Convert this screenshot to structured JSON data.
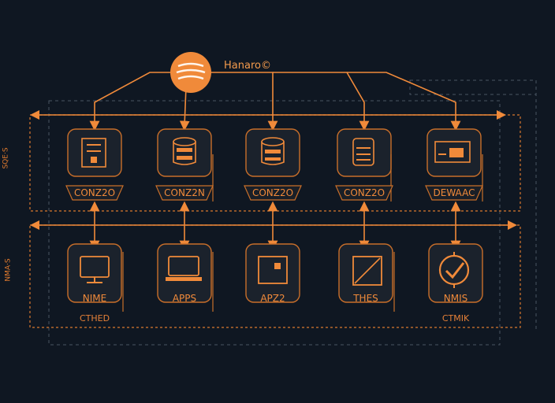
{
  "hub": {
    "title": "Hanaro©"
  },
  "side_labels": {
    "top": "SQE·S",
    "bottom": "NMA·S"
  },
  "top_row": [
    {
      "label": "CONZ2O",
      "icon": "server-rack-icon"
    },
    {
      "label": "CONZ2N",
      "icon": "database-icon"
    },
    {
      "label": "CONZ2O",
      "icon": "database-icon"
    },
    {
      "label": "CONZ2O",
      "icon": "storage-drive-icon"
    },
    {
      "label": "DEWAAC",
      "icon": "window-folder-icon"
    }
  ],
  "bottom_row": [
    {
      "label": "NIME",
      "sub": "CTHED",
      "icon": "monitor-icon"
    },
    {
      "label": "APPS",
      "sub": "",
      "icon": "laptop-icon"
    },
    {
      "label": "APZ2",
      "sub": "",
      "icon": "square-icon"
    },
    {
      "label": "THES",
      "sub": "",
      "icon": "diagonal-panel-icon"
    },
    {
      "label": "NMIS",
      "sub": "CTMIK",
      "icon": "check-badge-icon"
    }
  ],
  "colors": {
    "accent": "#f08a3a",
    "background": "#0f1722",
    "panel": "#1b222c",
    "dashed": "#4a5563"
  }
}
